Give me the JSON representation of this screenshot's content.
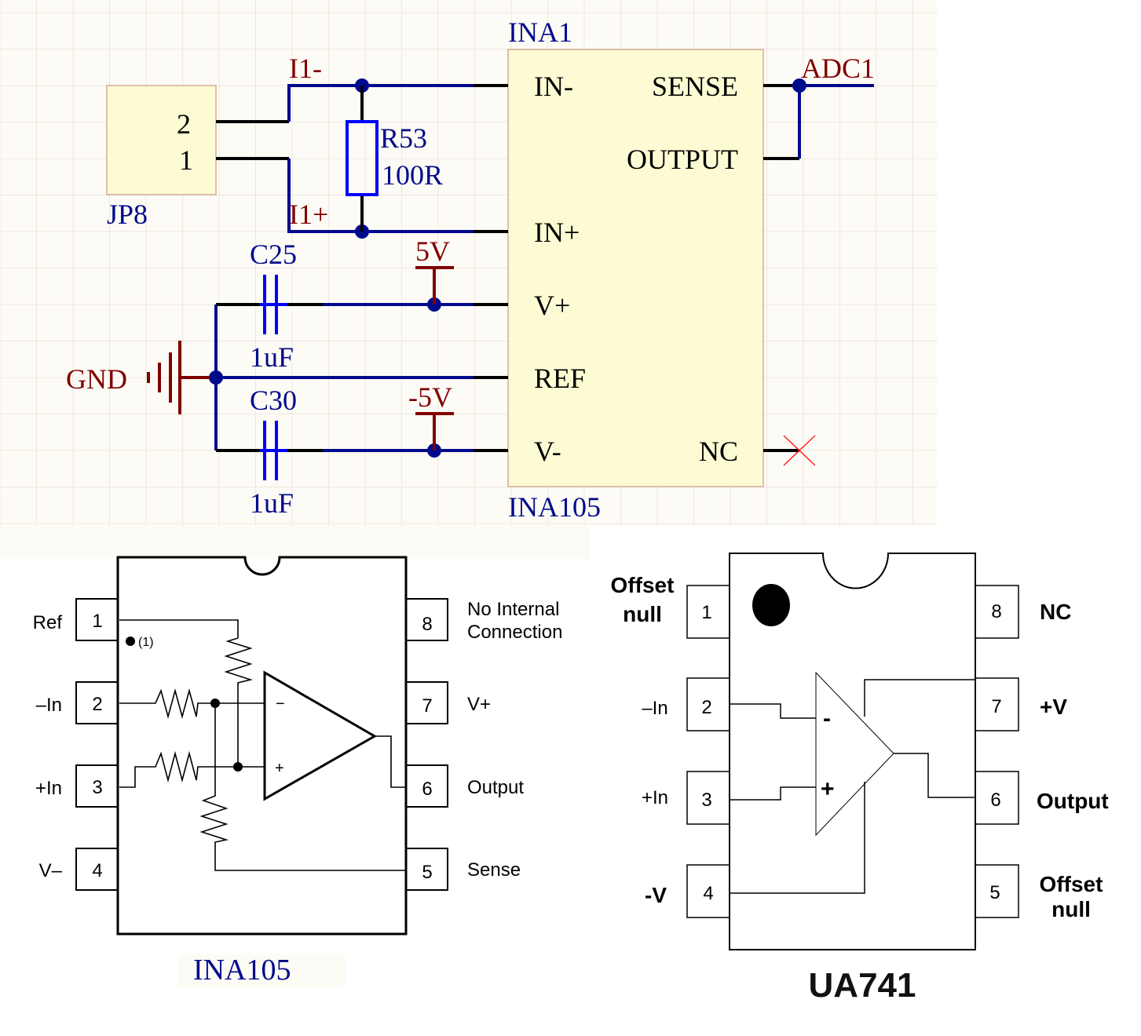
{
  "colors": {
    "schematic_bg": "#fdfbf5",
    "grid": "#ebe8e0",
    "component_fill": "#fdfbd3",
    "component_border": "#c89a8a",
    "wire": "#000a8c",
    "pin": "#000000",
    "net_label": "#800000",
    "designator": "#000a8c",
    "part_blue": "#0000ff",
    "no_erc": "#ff2020",
    "datasheet_ink": "#000000"
  },
  "schematic": {
    "jp8": {
      "designator": "JP8",
      "pins": [
        "2",
        "1"
      ]
    },
    "r53": {
      "designator": "R53",
      "value": "100R"
    },
    "c25": {
      "designator": "C25",
      "value": "1uF"
    },
    "c30": {
      "designator": "C30",
      "value": "1uF"
    },
    "ina1": {
      "designator": "INA1",
      "part": "INA105",
      "left_pins": [
        "IN-",
        "IN+",
        "V+",
        "REF",
        "V-"
      ],
      "right_pins": [
        "SENSE",
        "OUTPUT",
        "NC"
      ]
    },
    "nets": {
      "i1_minus": "I1-",
      "i1_plus": "I1+",
      "adc1": "ADC1",
      "vpos": "5V",
      "vneg": "-5V",
      "gnd": "GND"
    }
  },
  "ina105_pinout": {
    "title": "INA105",
    "note_marker": "(1)",
    "left_pins": [
      {
        "num": "1",
        "label": "Ref"
      },
      {
        "num": "2",
        "label": "–In"
      },
      {
        "num": "3",
        "label": "+In"
      },
      {
        "num": "4",
        "label": "V–"
      }
    ],
    "right_pins": [
      {
        "num": "8",
        "label_line1": "No Internal",
        "label_line2": "Connection"
      },
      {
        "num": "7",
        "label_line1": "V+",
        "label_line2": ""
      },
      {
        "num": "6",
        "label_line1": "Output",
        "label_line2": ""
      },
      {
        "num": "5",
        "label_line1": "Sense",
        "label_line2": ""
      }
    ],
    "opamp_minus": "−",
    "opamp_plus": "+"
  },
  "ua741_pinout": {
    "title": "UA741",
    "left_pins": [
      {
        "num": "1",
        "label_line1": "Offset",
        "label_line2": "null"
      },
      {
        "num": "2",
        "label_line1": "–In",
        "label_line2": ""
      },
      {
        "num": "3",
        "label_line1": "+In",
        "label_line2": ""
      },
      {
        "num": "4",
        "label_line1": "-V",
        "label_line2": ""
      }
    ],
    "right_pins": [
      {
        "num": "8",
        "label_line1": "NC",
        "label_line2": ""
      },
      {
        "num": "7",
        "label_line1": "+V",
        "label_line2": ""
      },
      {
        "num": "6",
        "label_line1": "Output",
        "label_line2": ""
      },
      {
        "num": "5",
        "label_line1": "Offset",
        "label_line2": "null"
      }
    ],
    "opamp_minus": "-",
    "opamp_plus": "+"
  }
}
